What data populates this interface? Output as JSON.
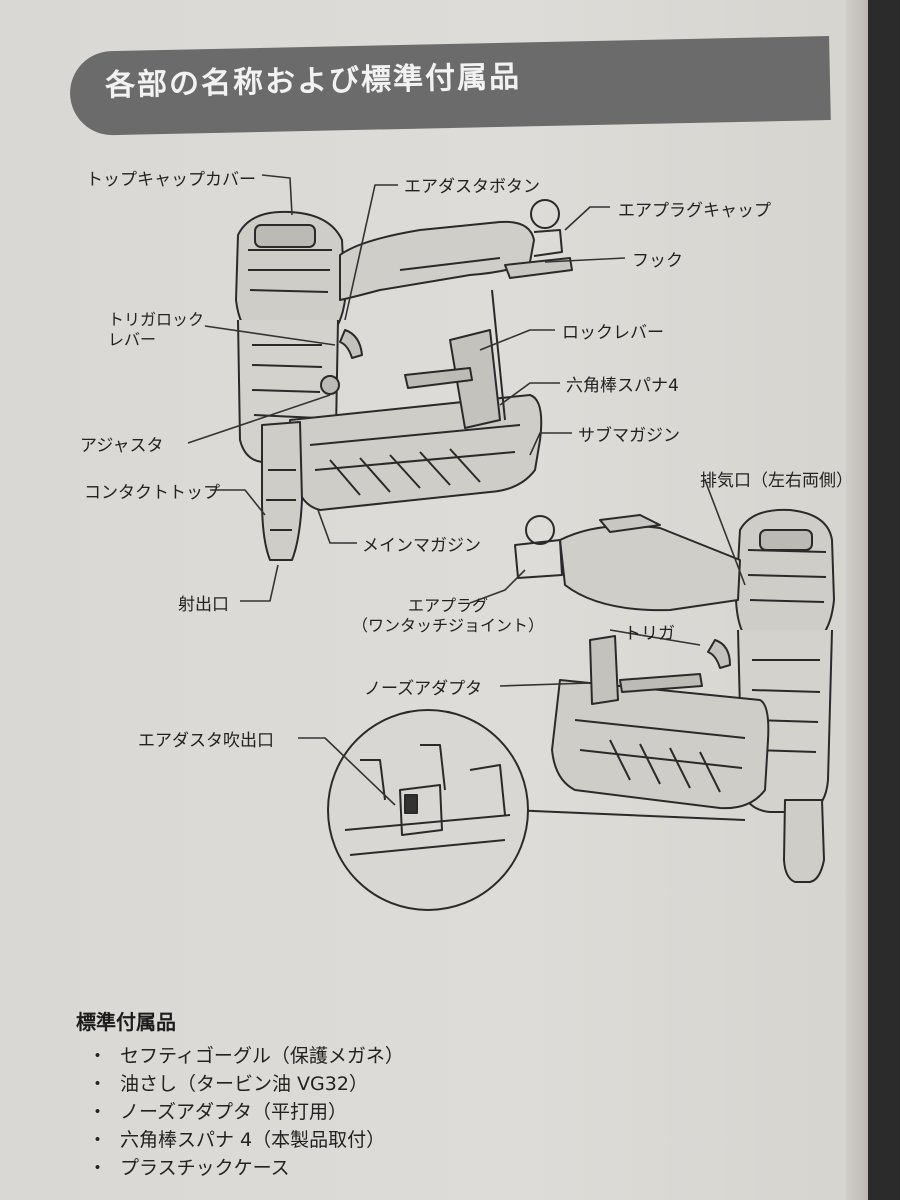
{
  "title": "各部の名称および標準付属品",
  "labels": {
    "top_cap_cover": "トップキャップカバー",
    "air_duster_button": "エアダスタボタン",
    "air_plug_cap": "エアプラグキャップ",
    "hook": "フック",
    "trigger_lock_lever_1": "トリガロック",
    "trigger_lock_lever_2": "レバー",
    "lock_lever": "ロックレバー",
    "hex_wrench": "六角棒スパナ4",
    "adjuster": "アジャスタ",
    "sub_magazine": "サブマガジン",
    "contact_top": "コンタクトトップ",
    "exhaust": "排気口（左右両側）",
    "main_magazine": "メインマガジン",
    "outlet": "射出口",
    "air_plug_1": "エアプラグ",
    "air_plug_2": "（ワンタッチジョイント）",
    "trigger": "トリガ",
    "nose_adapter": "ノーズアダプタ",
    "air_duster_outlet": "エアダスタ吹出口"
  },
  "accessories": {
    "title": "標準付属品",
    "items": [
      "セフティゴーグル（保護メガネ）",
      "油さし（タービン油 VG32）",
      "ノーズアダプタ（平打用）",
      "六角棒スパナ 4（本製品取付）",
      "プラスチックケース"
    ],
    "bullet": "・"
  },
  "colors": {
    "banner": "#6b6b6b",
    "paper": "#dedcd8",
    "ink": "#222222"
  }
}
